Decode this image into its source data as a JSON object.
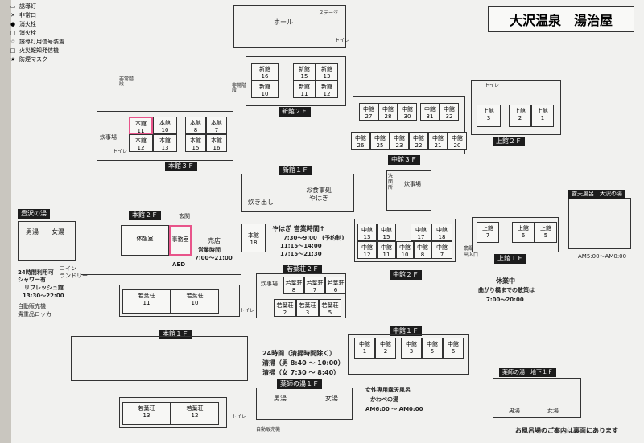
{
  "title": "大沢温泉　湯治屋",
  "legend": [
    {
      "icon": "guide-light-icon",
      "label": "誘導灯"
    },
    {
      "icon": "emergency-exit-icon",
      "label": "非常口"
    },
    {
      "icon": "fire-extinguisher-icon",
      "label": "消火栓"
    },
    {
      "icon": "hydrant-icon",
      "label": "消火栓"
    },
    {
      "icon": "guide-signal-icon",
      "label": "誘導灯用信号装置"
    },
    {
      "icon": "fire-alarm-icon",
      "label": "火災報知発信機"
    },
    {
      "icon": "smoke-mask-icon",
      "label": "防煙マスク"
    }
  ],
  "floors": {
    "honkan3f": "本館３Ｆ",
    "shinkan2f": "新館２Ｆ",
    "chukan3f": "中館３Ｆ",
    "joukan2f": "上館２Ｆ",
    "shinkan1f": "新館１Ｆ",
    "honkan2f": "本館２Ｆ",
    "wakaba2f": "若葉荘２Ｆ",
    "chukan2f": "中館２Ｆ",
    "joukan1f": "上館１Ｆ",
    "honkan1f": "本館１Ｆ",
    "chukan1f": "中館１Ｆ",
    "yakushi1f": "薬師の湯１Ｆ",
    "yakushi_basement": "薬師の湯　地下１Ｆ"
  },
  "rooms": {
    "hall": "ホール",
    "stage": "ステージ",
    "toilet": "トイレ",
    "shinkan": [
      "新館\n16",
      "新館\n15",
      "新館\n13",
      "新館\n10",
      "新館\n11",
      "新館\n12"
    ],
    "honkan3f": [
      "本館\n11",
      "本館\n10",
      "本館\n8",
      "本館\n7",
      "本館\n12",
      "本館\n13",
      "本館\n15",
      "本館\n16"
    ],
    "chukan3f_top": [
      "中館\n27",
      "中館\n28",
      "中館\n30",
      "中館\n31",
      "中館\n32"
    ],
    "chukan3f_bottom": [
      "中館\n26",
      "中館\n25",
      "中館\n23",
      "中館\n22",
      "中館\n21",
      "中館\n20"
    ],
    "joukan2f": [
      "上館\n3",
      "上館\n2",
      "上館\n1"
    ],
    "chukan2f": [
      "中館\n13",
      "中館\n15",
      "中館\n17",
      "中館\n18",
      "中館\n12",
      "中館\n11",
      "中館\n10",
      "中館\n8",
      "中館\n7"
    ],
    "joukan1f": [
      "上館\n7",
      "上館\n6",
      "上館\n5"
    ],
    "wakaba2f_rooms": [
      "若葉荘\n8",
      "若葉荘\n7",
      "若葉荘\n6",
      "若葉荘\n2",
      "若葉荘\n3",
      "若葉荘\n5"
    ],
    "wakaba1f": [
      "若葉荘\n11",
      "若葉荘\n10",
      "若葉荘\n13",
      "若葉荘\n12"
    ],
    "chukan1f": [
      "中館\n1",
      "中館\n2",
      "中館\n3",
      "中館\n5",
      "中館\n6"
    ],
    "kitchen": "炊事場",
    "stairs_emergency_left": "非常階段",
    "stairs_emergency_right": "非常階段",
    "honkan18": "本館\n18",
    "rest_room": "体憩室",
    "office": "事務室",
    "shop": "売店",
    "shop_hours_label": "営業時間",
    "shop_hours": "7:00～21:00",
    "entrance": "玄関",
    "toyosawa": "豊沢の湯",
    "men": "男湯",
    "women": "女湯",
    "coin_laundry": "コイン\nランドリー",
    "shower_24": "24時間利用可\nシャワー有",
    "refresh": "リフレッシュ館",
    "refresh_hours": "13:30～22:00",
    "vending": "自動販売機",
    "locker": "貴重品ロッカー",
    "aed": "AED",
    "dining_title": "お食事処\nやはぎ",
    "cooking": "炊き出し",
    "yahagi_hours_title": "やはぎ 営業時間↑",
    "yahagi_reservation": "(予約制)",
    "yahagi_hours": [
      "7:30～9:00",
      "11:15～14:00",
      "17:15～21:30"
    ],
    "washroom": "洗面所",
    "kitchen2": "炊事場",
    "ohsawa_roten": "露天風呂　大沢の湯",
    "roten_hours": "AM5:00～AM0:00",
    "closed": "休業中",
    "closed_note": "曲がり橋までの散策は",
    "closed_hours": "7:00～20:00",
    "hisui_exit": "翡翠\n出入口",
    "cleaning_title": "24時間（清掃時間除く）",
    "cleaning_men": "清掃（男 8:40 ～ 10:00）",
    "cleaning_women": "清掃（女 7:30 ～ 8:40）",
    "women_only": "女性専用露天風呂",
    "kawabe": "かわべの湯",
    "kawabe_hours": "AM6:00 ～ AM0:00",
    "vending2": "自動販売機",
    "footer_note": "お風呂場のご案内は裏面にあります"
  }
}
